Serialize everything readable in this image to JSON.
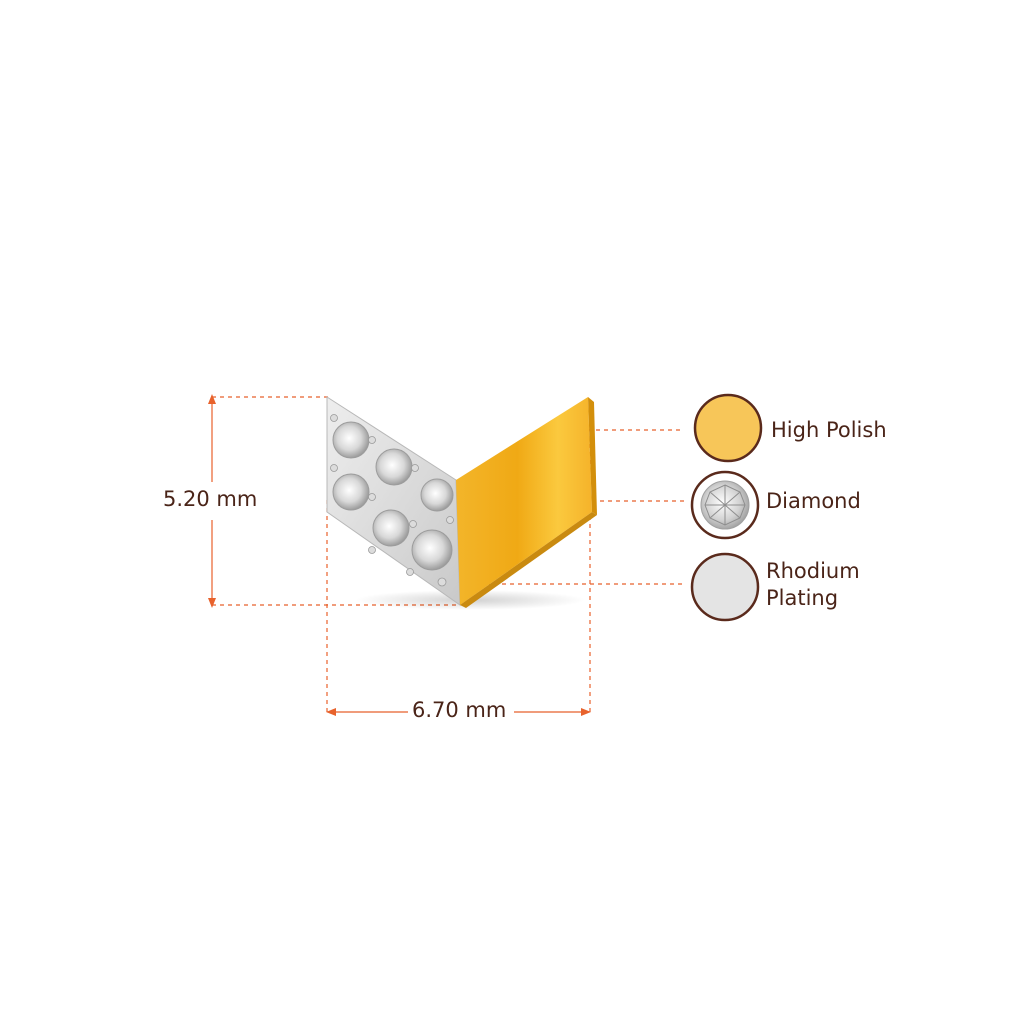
{
  "dimensions": {
    "height": "5.20 mm",
    "width": "6.70 mm"
  },
  "legend": [
    {
      "label": "High Polish",
      "swatch": "gold"
    },
    {
      "label": "Diamond",
      "swatch": "diamond"
    },
    {
      "label": "Rhodium Plating",
      "swatch": "rhodium"
    }
  ],
  "colors": {
    "dimension_line": "#e8622c",
    "text": "#4a2418",
    "swatch_border": "#5a2a1c",
    "gold": "#f7c659",
    "rhodium": "#e4e4e4"
  }
}
